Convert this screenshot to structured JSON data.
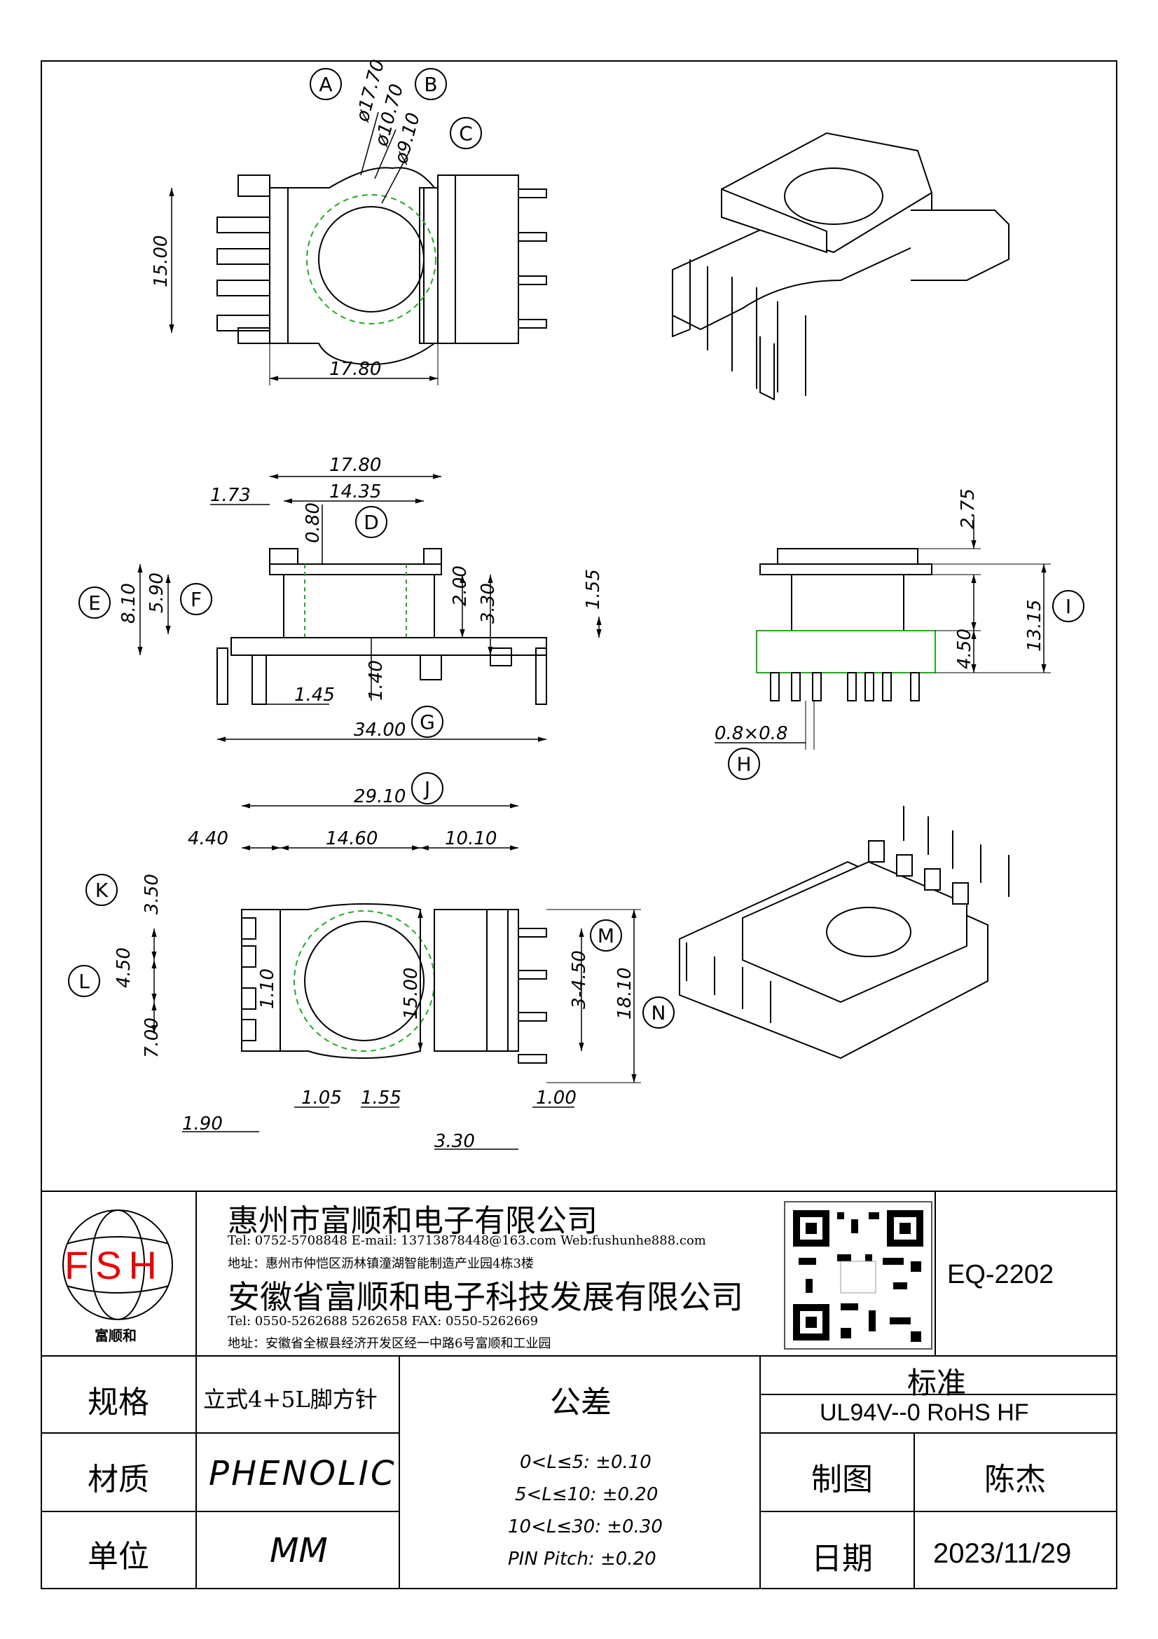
{
  "drawing": {
    "dimensions": {
      "top_view": {
        "d17_70": "ø17.70",
        "d10_70": "ø10.70",
        "d9_10": "ø9.10",
        "h15_00": "15.00",
        "w17_80": "17.80"
      },
      "front_view": {
        "w17_80": "17.80",
        "w1_73": "1.73",
        "w14_35": "14.35",
        "h0_80": "0.80",
        "h8_10": "8.10",
        "h5_90": "5.90",
        "h2_00": "2.00",
        "h3_30": "3.30",
        "h1_55": "1.55",
        "h1_40": "1.40",
        "w1_45": "1.45",
        "w34_00": "34.00"
      },
      "side_view": {
        "h2_75": "2.75",
        "h13_15": "13.15",
        "h4_50": "4.50",
        "pin": "0.8×0.8"
      },
      "bottom_view": {
        "w29_10": "29.10",
        "w4_40": "4.40",
        "w14_60": "14.60",
        "w10_10": "10.10",
        "h3_50": "3.50",
        "h4_50": "4.50",
        "h7_00": "7.00",
        "h1_10": "1.10",
        "h15_00": "15.00",
        "h3x4_50": "3-4.50",
        "h18_10": "18.10",
        "w1_90": "1.90",
        "w1_05": "1.05",
        "w1_55": "1.55",
        "w3_30": "3.30",
        "w1_00": "1.00"
      }
    },
    "callouts": [
      "A",
      "B",
      "C",
      "D",
      "E",
      "F",
      "G",
      "H",
      "I",
      "J",
      "K",
      "L",
      "M",
      "N"
    ]
  },
  "title_block": {
    "logo_text": "FSH",
    "logo_caption": "富顺和",
    "company1": "惠州市富顺和电子有限公司",
    "contact1": "Tel: 0752-5708848  E-mail: 13713878448@163.com  Web:fushunhe888.com",
    "address1": "地址：惠州市仲恺区沥林镇潼湖智能制造产业园4栋3楼",
    "company2": "安徽省富顺和电子科技发展有限公司",
    "contact2": "Tel:   0550-5262688  5262658       FAX: 0550-5262669",
    "address2": "地址：安徽省全椒县经济开发区经一中路6号富顺和工业园",
    "part_no": "EQ-2202",
    "spec_label": "规格",
    "spec_value": "立式4+5L脚方针",
    "material_label": "材质",
    "material_value": "PHENOLIC",
    "unit_label": "单位",
    "unit_value": "MM",
    "tolerance_label": "公差",
    "tolerances": [
      "0<L≤5: ±0.10",
      "5<L≤10: ±0.20",
      "10<L≤30: ±0.30",
      "PIN Pitch: ±0.20"
    ],
    "standard_label": "标准",
    "standard_value": "UL94V--0  RoHS HF",
    "drawn_label": "制图",
    "drawn_value": "陈杰",
    "date_label": "日期",
    "date_value": "2023/11/29"
  }
}
